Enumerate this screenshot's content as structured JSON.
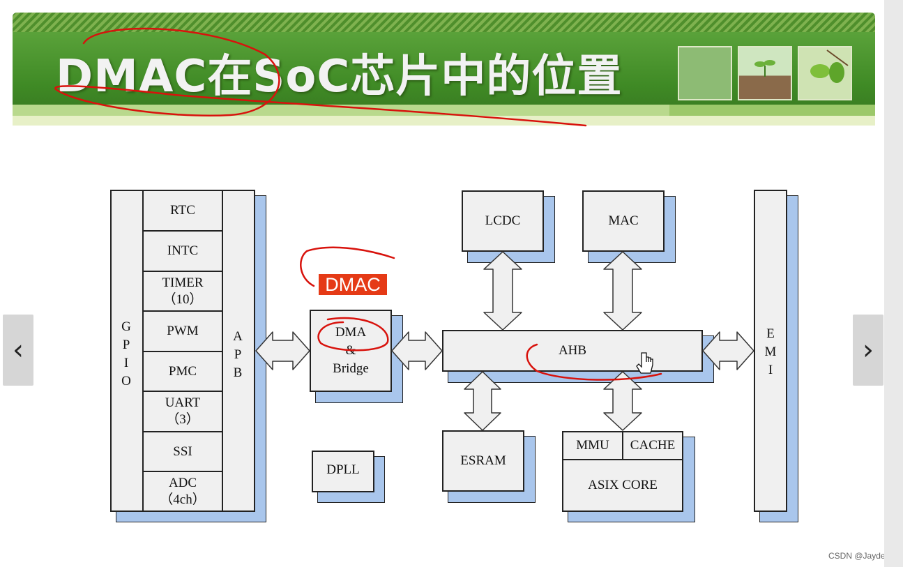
{
  "slide": {
    "title": "DMAC在SoC芯片中的位置"
  },
  "diagram": {
    "apb_peripherals": [
      "RTC",
      "INTC",
      "TIMER\n（10）",
      "PWM",
      "PMC",
      "UART\n（3）",
      "SSI",
      "ADC\n（4ch）"
    ],
    "gpio_label": "G\nP\nI\nO",
    "apb_label": "A\nP\nB",
    "emi_label": "E\nM\nI",
    "dmac_label": "DMAC",
    "dma_bridge_label": "DMA\n&\nBridge",
    "dpll_label": "DPLL",
    "ahb_label": "AHB",
    "lcdc_label": "LCDC",
    "mac_label": "MAC",
    "esram_label": "ESRAM",
    "mmu_label": "MMU",
    "cache_label": "CACHE",
    "core_label": "ASIX CORE"
  },
  "navigation": {
    "prev_icon": "chevron-left-icon",
    "next_icon": "chevron-right-icon",
    "prev_glyph": "‹",
    "next_glyph": "›"
  },
  "watermark": "CSDN @Jaydenn",
  "colors": {
    "header_green": "#3f8a25",
    "block_shadow": "#a9c6ec",
    "annotation_red": "#e53a16"
  }
}
